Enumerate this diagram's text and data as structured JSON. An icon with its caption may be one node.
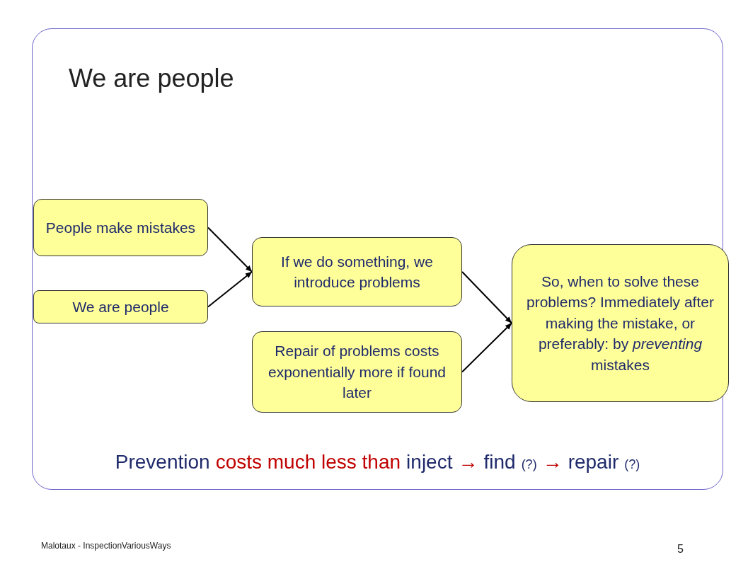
{
  "diagram": {
    "title": "We are people",
    "nodes": [
      {
        "text": [
          "People make mistakes"
        ]
      },
      {
        "text": [
          "We are people"
        ]
      },
      {
        "text": [
          "If we do something, we introduce problems"
        ]
      },
      {
        "text": [
          "Repair of problems costs exponentially more if found later"
        ]
      },
      {
        "text": [
          "So, when to solve these problems? Immediately after making the mistake, or preferably: by *preventing* mistakes"
        ]
      }
    ],
    "edges": [
      {
        "from": 0,
        "to": 2,
        "arrow": "to"
      },
      {
        "from": 1,
        "to": 2,
        "arrow": "to"
      },
      {
        "from": 2,
        "to": 4,
        "arrow": "to"
      },
      {
        "from": 3,
        "to": 4,
        "arrow": "to"
      }
    ],
    "labels": [
      "Prevention",
      "costs much less than",
      "inject",
      "→",
      "find",
      "(?)",
      "→",
      "repair",
      "(?)",
      "Malotaux - InspectionVariousWays",
      "5"
    ]
  }
}
